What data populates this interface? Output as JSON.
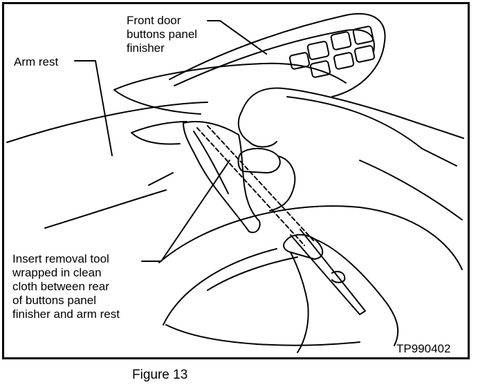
{
  "labels": {
    "front_door": "Front door\nbuttons panel\nfinisher",
    "arm_rest": "Arm rest",
    "insert_tool": "Insert removal tool\nwrapped in clean\ncloth between rear\nof buttons panel\nfinisher and arm rest",
    "code": "TP990402"
  },
  "caption": "Figure 13"
}
